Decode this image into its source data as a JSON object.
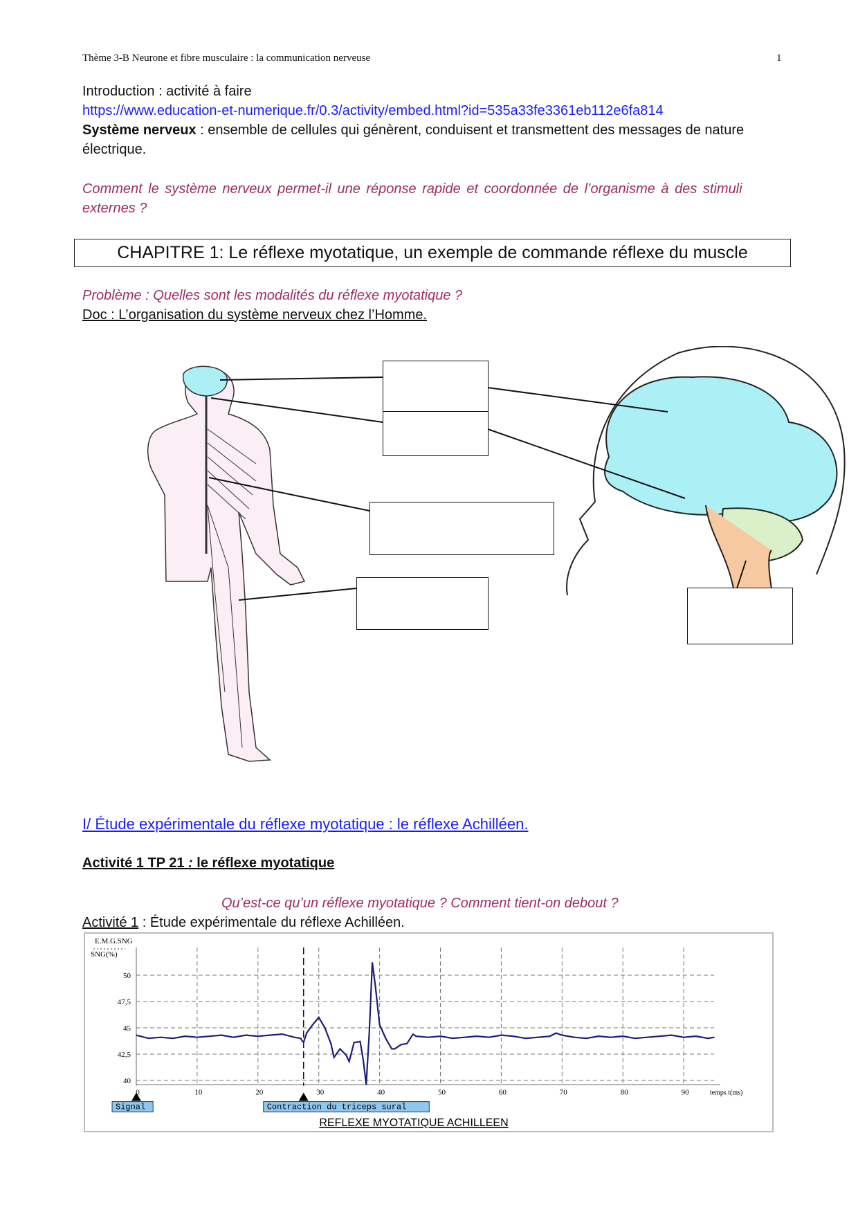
{
  "header": {
    "title": "Thème 3-B Neurone et fibre musculaire : la communication nerveuse",
    "page_number": "1"
  },
  "intro": {
    "line": "Introduction : activité à faire",
    "link": "https://www.education-et-numerique.fr/0.3/activity/embed.html?id=535a33fe3361eb112e6fa814",
    "definition_term": "Système nerveux",
    "definition_text": " : ensemble de cellules qui génèrent, conduisent et transmettent des messages de nature",
    "definition_text2": "électrique.",
    "question_line1": "Comment le système nerveux permet-il une réponse rapide et coordonnée de l’organisme à des stimuli",
    "question_line2": "externes ?"
  },
  "chapter": {
    "title": "CHAPITRE 1: Le réflexe myotatique, un exemple de commande réflexe du muscle"
  },
  "problem": "Problème : Quelles sont les modalités du réflexe myotatique ?",
  "doc_title": "Doc : L’organisation du système nerveux chez l’Homme.",
  "section1": "I/ Étude expérimentale du réflexe myotatique : le réflexe Achilléen.",
  "activity_heading": {
    "part1": "Activité 1 TP 21 ",
    "part2": ": ",
    "part3": "le réflexe myotatique"
  },
  "activity_question": "Qu’est-ce qu’un réflexe myotatique ? Comment tient-on debout ?",
  "activity_line": {
    "label": "Activité 1",
    "text": " : Étude expérimentale du réflexe Achilléen."
  },
  "colors": {
    "question": "#9b2d62",
    "link": "#1a1aff",
    "trace": "#1c1c7a",
    "brain": "#aaf0f5",
    "body": "#fbeef5"
  },
  "chart_data": {
    "type": "line",
    "title": "REFLEXE MYOTATIQUE ACHILLEEN",
    "legend": "E.M.G.SNG",
    "ylabel": "SNG(%)",
    "xlabel": "temps t(ms)",
    "xlim": [
      0,
      95
    ],
    "ylim": [
      39.5,
      52
    ],
    "xticks": [
      0,
      10,
      20,
      30,
      40,
      50,
      60,
      70,
      80,
      90
    ],
    "yticks": [
      {
        "v": 40,
        "label": "40"
      },
      {
        "v": 42.5,
        "label": "42,5"
      },
      {
        "v": 45,
        "label": "45"
      },
      {
        "v": 47.5,
        "label": "47,5"
      },
      {
        "v": 50,
        "label": "50"
      }
    ],
    "grid": true,
    "markers": [
      {
        "x": 0,
        "label": "Signal"
      },
      {
        "x": 27.5,
        "label": "Contraction du triceps sural"
      }
    ],
    "series": [
      {
        "name": "SNG",
        "x": [
          0,
          2,
          4,
          6,
          8,
          10,
          12,
          14,
          16,
          18,
          20,
          22,
          24,
          26,
          27,
          27.5,
          28,
          29,
          30,
          31,
          32,
          32.5,
          33.5,
          34.5,
          35,
          35.8,
          36.8,
          37.3,
          37.8,
          38.3,
          38.8,
          39.3,
          40,
          41,
          42,
          42.5,
          43.5,
          44.5,
          45.5,
          46,
          48,
          50,
          52,
          54,
          56,
          58,
          60,
          62,
          64,
          66,
          68,
          69,
          70,
          72,
          74,
          76,
          78,
          80,
          82,
          84,
          86,
          88,
          90,
          92,
          94,
          95
        ],
        "y": [
          44.3,
          44.0,
          44.1,
          44.0,
          44.2,
          44.1,
          44.2,
          44.3,
          44.1,
          44.3,
          44.2,
          44.3,
          44.4,
          44.1,
          44.0,
          43.6,
          44.5,
          45.3,
          46.0,
          45.0,
          43.5,
          42.2,
          43.0,
          42.4,
          41.8,
          43.6,
          43.7,
          42.0,
          39.6,
          44.5,
          51.2,
          49.0,
          45.3,
          44.0,
          43.0,
          43.0,
          43.4,
          43.5,
          44.4,
          44.2,
          44.1,
          44.2,
          44.0,
          44.1,
          44.2,
          44.1,
          44.3,
          44.2,
          44.0,
          44.1,
          44.2,
          44.5,
          44.3,
          44.1,
          44.0,
          44.2,
          44.1,
          44.2,
          44.0,
          44.1,
          44.2,
          44.3,
          44.1,
          44.2,
          44.0,
          44.1
        ]
      }
    ]
  }
}
